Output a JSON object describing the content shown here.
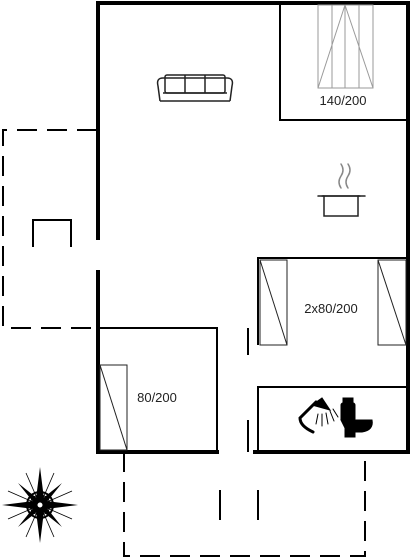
{
  "labels": {
    "loft_bed_size": "140/200",
    "twin_beds_size": "2x80/200",
    "single_bed_size": "80/200"
  },
  "icons": {
    "sofa": "sofa-icon",
    "cooking_pot": "cooking-pot-icon",
    "shower": "shower-icon",
    "toilet": "toilet-icon",
    "compass": "compass-rose-icon"
  },
  "colors": {
    "wall": "#000000",
    "furniture_stroke": "#222222",
    "background": "#ffffff"
  }
}
